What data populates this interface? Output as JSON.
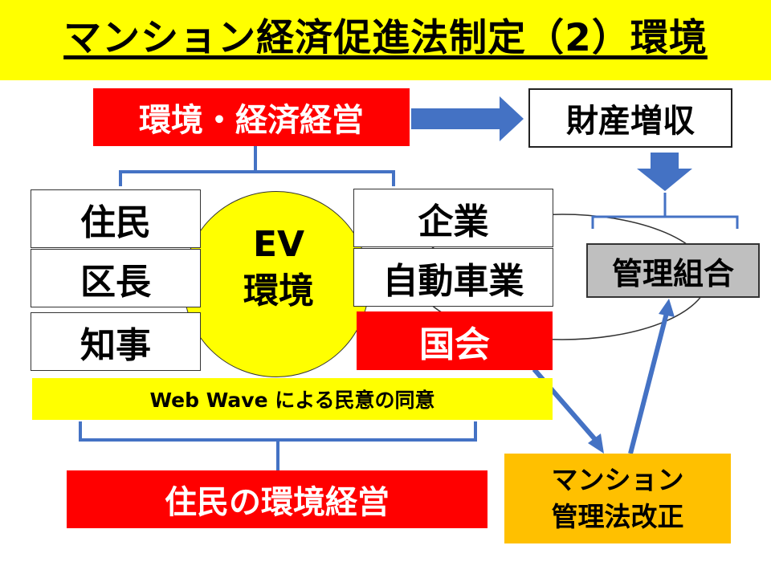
{
  "title": "マンション経済促進法制定（2）環境",
  "top": {
    "env_econ": "環境・経済経営",
    "assets": "財産増収"
  },
  "left": {
    "residents": "住民",
    "ward_mayor": "区長",
    "governor": "知事"
  },
  "center": {
    "line1": "EV",
    "line2": "環境"
  },
  "right": {
    "company": "企業",
    "auto": "自動車業",
    "diet": "国会"
  },
  "web_wave": "Web Wave による民意の同意",
  "bottom": {
    "residents_env": "住民の環境経営",
    "mansion_law_1": "マンション",
    "mansion_law_2": "管理法改正"
  },
  "kanri": "管理組合",
  "colors": {
    "title_bg": "#ffff00",
    "red": "#ff0000",
    "arrow_blue": "#4472c4",
    "orange": "#ffc000",
    "gray": "#bfbfbf"
  }
}
